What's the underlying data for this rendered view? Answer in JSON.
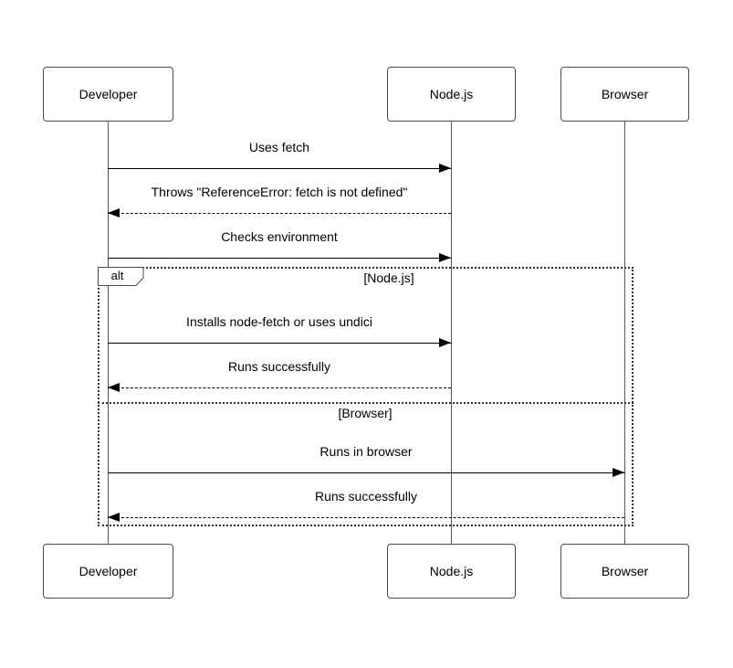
{
  "diagram": {
    "kind": "sequence-diagram",
    "actors": [
      "Developer",
      "Node.js",
      "Browser"
    ],
    "messages": [
      {
        "from": "Developer",
        "to": "Node.js",
        "label": "Uses fetch",
        "style": "solid"
      },
      {
        "from": "Node.js",
        "to": "Developer",
        "label": "Throws \"ReferenceError: fetch is not defined\"",
        "style": "dashed"
      },
      {
        "from": "Developer",
        "to": "Node.js",
        "label": "Checks environment",
        "style": "solid"
      },
      {
        "from": "Developer",
        "to": "Node.js",
        "label": "Installs node-fetch or uses undici",
        "style": "solid"
      },
      {
        "from": "Node.js",
        "to": "Developer",
        "label": "Runs successfully",
        "style": "dashed"
      },
      {
        "from": "Developer",
        "to": "Browser",
        "label": "Runs in browser",
        "style": "solid"
      },
      {
        "from": "Browser",
        "to": "Developer",
        "label": "Runs successfully",
        "style": "dashed"
      }
    ],
    "alt_frame": {
      "label": "alt",
      "conditions": [
        "[Node.js]",
        "[Browser]"
      ]
    },
    "colors": {
      "background": "#ffffff",
      "actor_border": "#4d4d4d",
      "lifeline": "#555555",
      "message_line": "#000000",
      "frame_border": "#333333",
      "text": "#000000"
    }
  }
}
